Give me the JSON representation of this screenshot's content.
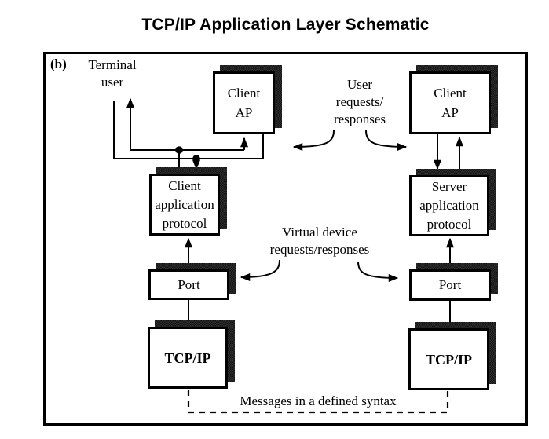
{
  "title": "TCP/IP Application Layer Schematic",
  "colors": {
    "ink": "#000000",
    "box_shadow": "#1e1e1e",
    "background": "#ffffff"
  },
  "diagram": {
    "figure_label": "(b)",
    "terminal_user": {
      "line1": "Terminal",
      "line2": "user"
    },
    "boxes": {
      "client_ap_left": {
        "line1": "Client",
        "line2": "AP"
      },
      "client_ap_right": {
        "line1": "Client",
        "line2": "AP"
      },
      "client_app_protocol": {
        "line1": "Client",
        "line2": "application",
        "line3": "protocol"
      },
      "server_app_protocol": {
        "line1": "Server",
        "line2": "application",
        "line3": "protocol"
      },
      "port_left": {
        "label": "Port"
      },
      "port_right": {
        "label": "Port"
      },
      "tcpip_left": {
        "label": "TCP/IP"
      },
      "tcpip_right": {
        "label": "TCP/IP"
      }
    },
    "annotations": {
      "user_requests": {
        "line1": "User",
        "line2": "requests/",
        "line3": "responses"
      },
      "virtual_device": {
        "line1": "Virtual device",
        "line2": "requests/responses"
      },
      "messages": "Messages in a defined syntax"
    }
  }
}
